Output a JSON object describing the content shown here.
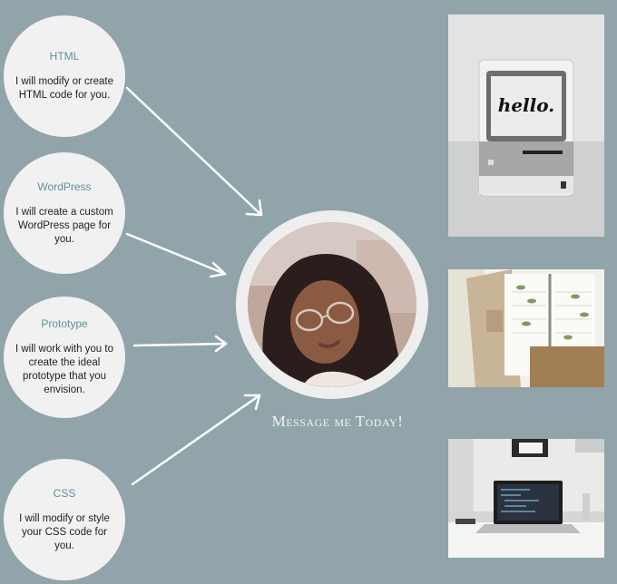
{
  "services": [
    {
      "title": "HTML",
      "description": "I will modify or create HTML code for you."
    },
    {
      "title": "WordPress",
      "description": "I will create a custom WordPress page for you."
    },
    {
      "title": "Prototype",
      "description": "I will work with you to create the ideal prototype that you envision."
    },
    {
      "title": "CSS",
      "description": "I will modify or style your CSS code for you."
    }
  ],
  "cta": "Message me Today!",
  "mac_screen_text": "hello.",
  "colors": {
    "background": "#91a4a9",
    "circle": "#f1f1f1",
    "title": "#5e9199"
  }
}
